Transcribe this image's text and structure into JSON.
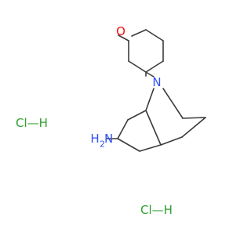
{
  "molecule": {
    "atoms": {
      "oxygen": "O",
      "bridge_nitrogen": "N",
      "amine_n": "N",
      "amine_h": "H",
      "amine_h_count": "2"
    },
    "salts": [
      {
        "label": "HCl",
        "display": "Cl—H"
      },
      {
        "label": "HCl",
        "display": "Cl—H"
      }
    ]
  },
  "colors": {
    "bond": "#3b3b3b",
    "oxygen": "#ff0d0d",
    "nitrogen": "#3050f8",
    "chlorine": "#2fa12f",
    "background": "#ffffff"
  }
}
